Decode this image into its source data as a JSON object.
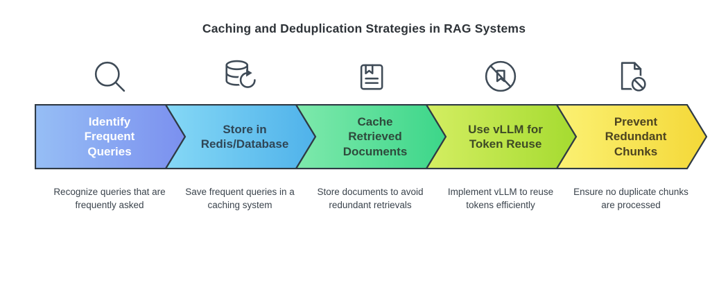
{
  "title": "Caching and Deduplication Strategies in RAG Systems",
  "outline_color": "#2F3A44",
  "icon_color": "#3F4B57",
  "steps": [
    {
      "title": "Identify Frequent Queries",
      "description": "Recognize queries that are frequently asked",
      "icon": "search-icon",
      "gradient_start": "#96BEF5",
      "gradient_end": "#7B90EF",
      "text_color": "#FFFFFF"
    },
    {
      "title": "Store in Redis/Database",
      "description": "Save frequent queries in a caching system",
      "icon": "database-refresh-icon",
      "gradient_start": "#85D8F6",
      "gradient_end": "#4FB2EA",
      "text_color": "#2F4656"
    },
    {
      "title": "Cache Retrieved Documents",
      "description": "Store documents to avoid redundant retrievals",
      "icon": "document-icon",
      "gradient_start": "#7EE9AC",
      "gradient_end": "#3CD689",
      "text_color": "#2E4A3C"
    },
    {
      "title": "Use vLLM for Token Reuse",
      "description": "Implement vLLM to reuse tokens efficiently",
      "icon": "no-token-icon",
      "gradient_start": "#D4EE62",
      "gradient_end": "#A5DB30",
      "text_color": "#3E4A26"
    },
    {
      "title": "Prevent Redundant Chunks",
      "description": "Ensure no duplicate chunks are processed",
      "icon": "page-block-icon",
      "gradient_start": "#FBF173",
      "gradient_end": "#F4D838",
      "text_color": "#4D4420"
    }
  ]
}
